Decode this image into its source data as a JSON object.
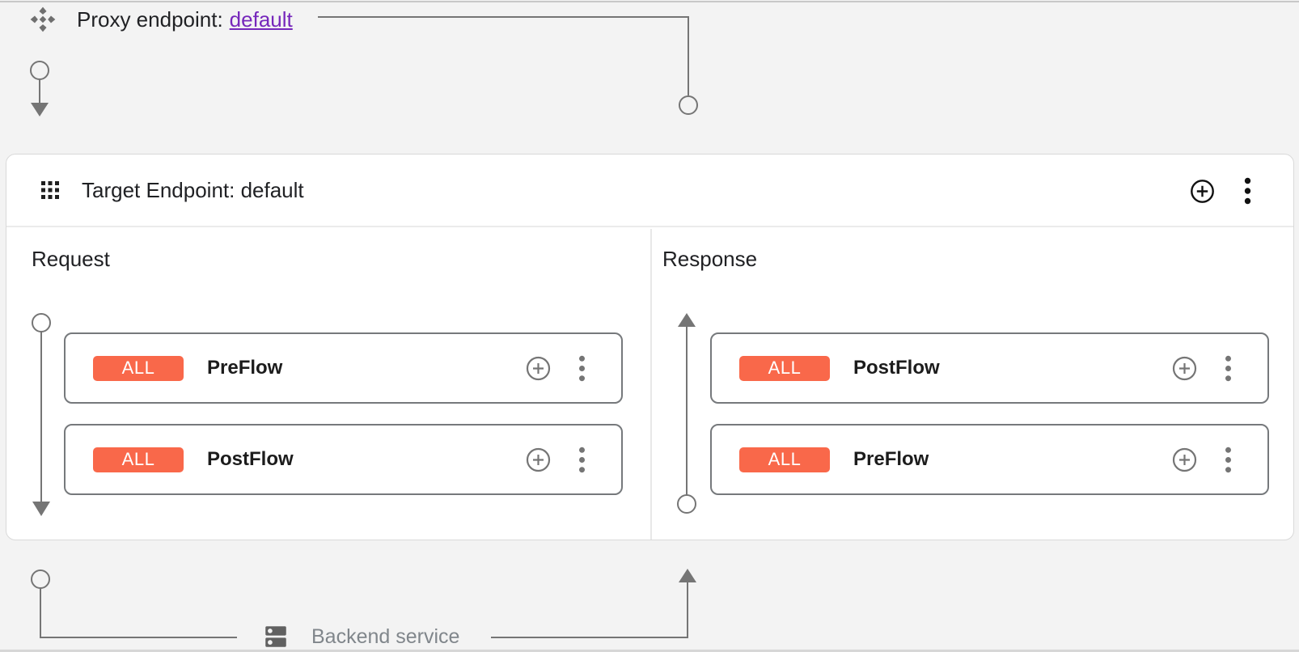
{
  "proxy": {
    "label": "Proxy endpoint:",
    "link": "default"
  },
  "target": {
    "title": "Target Endpoint: default"
  },
  "panels": {
    "request": {
      "label": "Request",
      "flows": [
        {
          "badge": "ALL",
          "name": "PreFlow"
        },
        {
          "badge": "ALL",
          "name": "PostFlow"
        }
      ]
    },
    "response": {
      "label": "Response",
      "flows": [
        {
          "badge": "ALL",
          "name": "PostFlow"
        },
        {
          "badge": "ALL",
          "name": "PreFlow"
        }
      ]
    }
  },
  "backend": {
    "label": "Backend service"
  },
  "icons": {
    "proxy": "proxy-endpoint-icon",
    "target_grid": "apps-grid-icon",
    "add": "add-circle-icon",
    "menu": "kebab-menu-icon",
    "backend": "dns-server-icon"
  },
  "colors": {
    "badge_orange": "#f9684a",
    "link_purple": "#7627bb",
    "connector_gray": "#757575",
    "background_gray": "#f3f3f3"
  }
}
